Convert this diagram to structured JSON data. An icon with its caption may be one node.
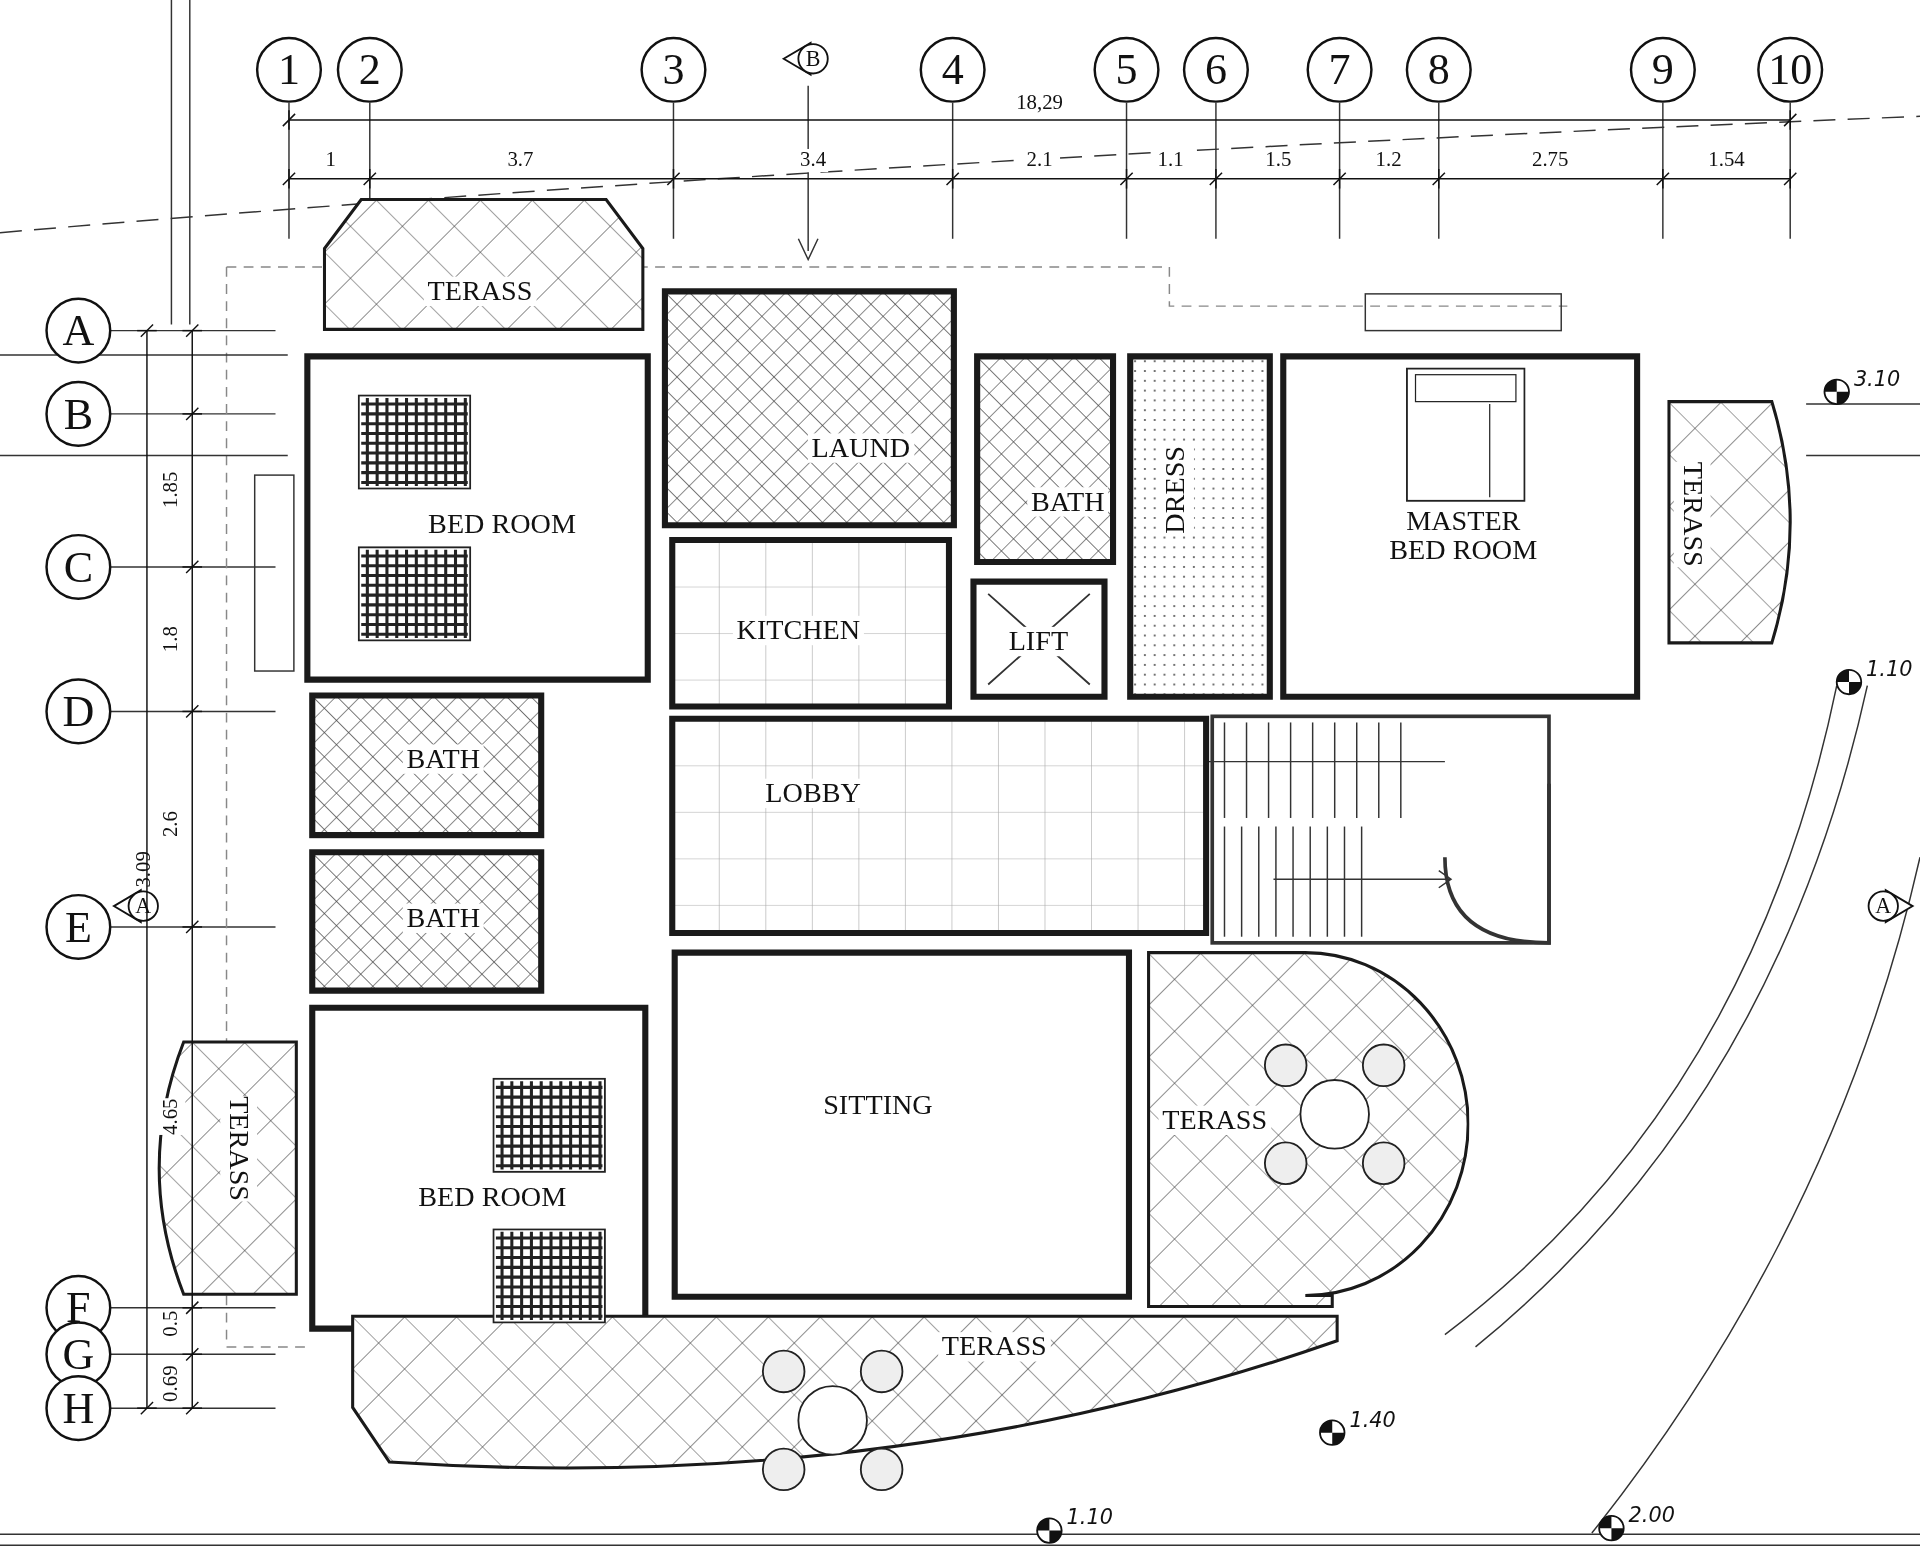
{
  "diagram": {
    "nodes": [
      {
        "text": [
          "TERASS"
        ]
      },
      {
        "text": [
          "BED ROOM"
        ]
      },
      {
        "text": [
          "LAUND"
        ]
      },
      {
        "text": [
          "BATH"
        ]
      },
      {
        "text": [
          "DRESS"
        ]
      },
      {
        "text": [
          "MASTER BED ROOM"
        ]
      },
      {
        "text": [
          "TERASS"
        ]
      },
      {
        "text": [
          "KITCHEN"
        ]
      },
      {
        "text": [
          "LIFT"
        ]
      },
      {
        "text": [
          "BATH"
        ]
      },
      {
        "text": [
          "LOBBY"
        ]
      },
      {
        "text": [
          "BATH"
        ]
      },
      {
        "text": [
          "TERASS"
        ]
      },
      {
        "text": [
          "BED ROOM"
        ]
      },
      {
        "text": [
          "SITTING"
        ]
      },
      {
        "text": [
          "TERASS"
        ]
      },
      {
        "text": [
          "TERASS"
        ]
      }
    ],
    "labels": [
      "1",
      "2",
      "3",
      "B",
      "4",
      "5",
      "6",
      "7",
      "8",
      "9",
      "10",
      "18,29",
      "1",
      "3.7",
      "3.4",
      "2.1",
      "1.1",
      "1.5",
      "1.2",
      "2.75",
      "1.54",
      "A",
      "B",
      "3.10",
      "1.85",
      "C",
      "1.8",
      "1.10",
      "D",
      "2.6",
      "3.09",
      "A",
      "E",
      "A",
      "4.65",
      "F",
      "0.5",
      "G",
      "0.69",
      "H",
      "1.40",
      "1.10",
      "2.00"
    ]
  }
}
